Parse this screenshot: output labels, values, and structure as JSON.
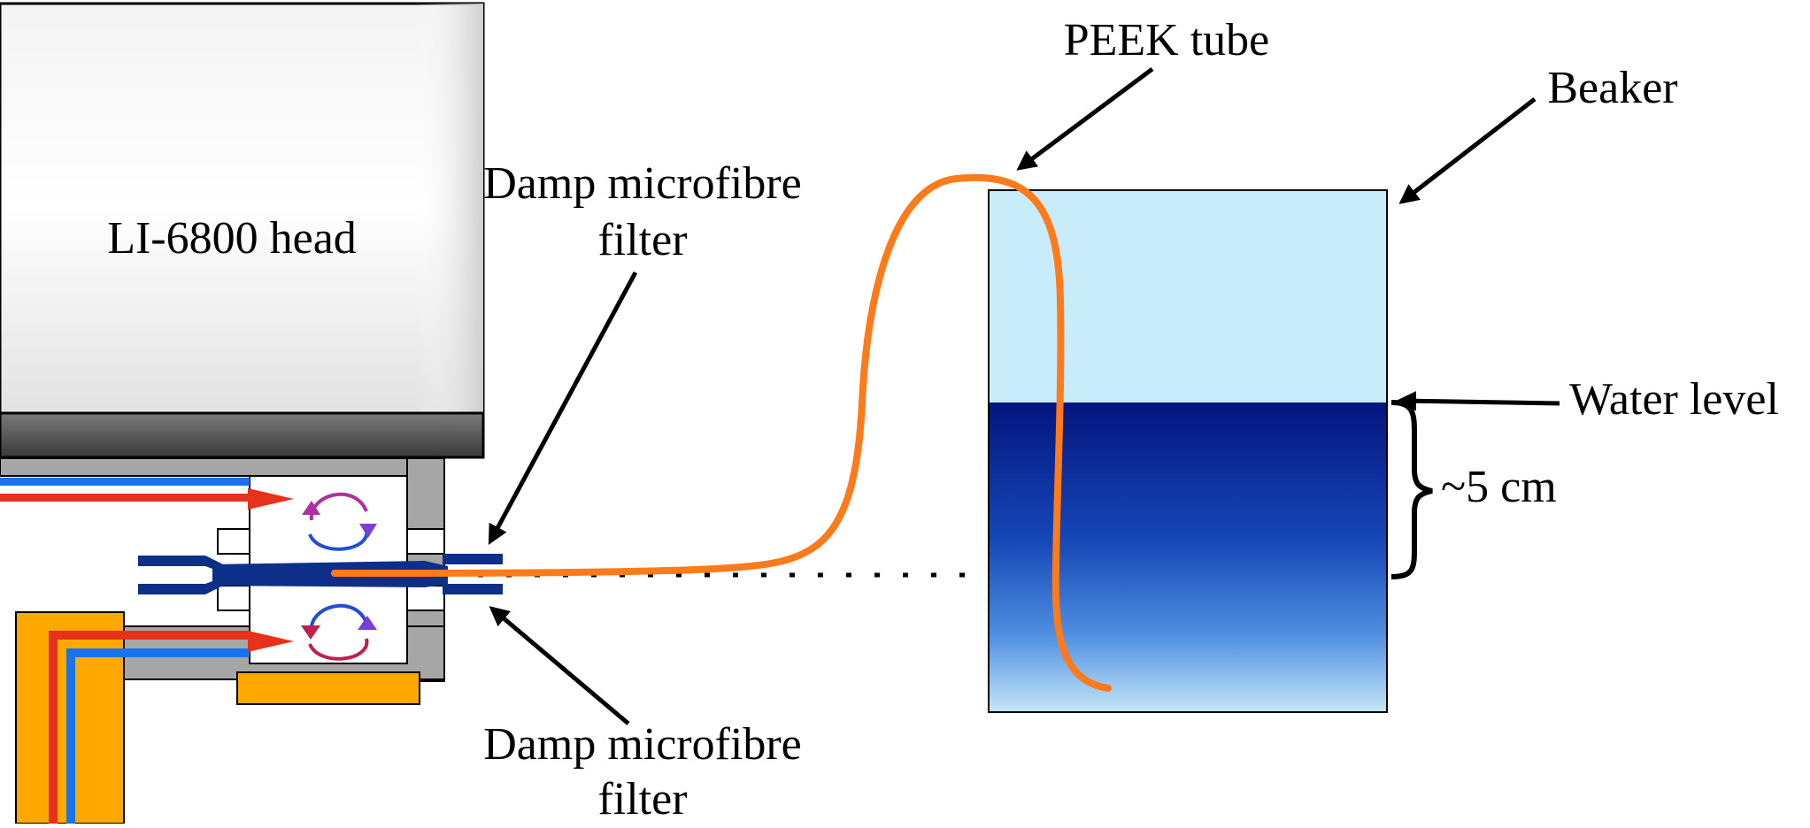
{
  "labels": {
    "head": "LI-6800 head",
    "filter_top_line1": "Damp microfibre",
    "filter_top_line2": "filter",
    "filter_bottom_line1": "Damp microfibre",
    "filter_bottom_line2": "filter",
    "peek_tube": "PEEK tube",
    "beaker": "Beaker",
    "water_level": "Water level",
    "depth": "~5 cm"
  },
  "colors": {
    "air_blue": "#1a73e8",
    "air_red": "#e8311a",
    "peek_orange": "#ff7a1a",
    "tube_navy": "#0d2f8a",
    "frame_orange": "#ffa800",
    "frame_grey": "#a6a6a6",
    "water_deep": "#04157f",
    "water_light": "#c4e6f6",
    "beaker_air": "#c9ecfa"
  }
}
